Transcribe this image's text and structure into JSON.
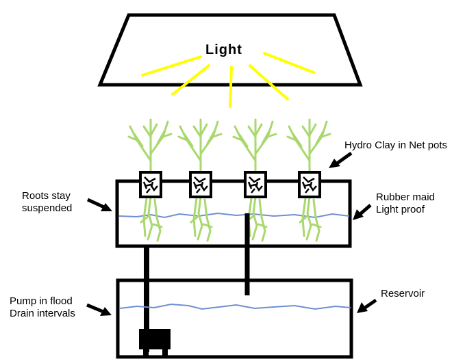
{
  "light": {
    "label": "Light"
  },
  "labels": {
    "net_pots": "Hydro Clay in Net pots",
    "roots_line1": "Roots stay",
    "roots_line2": "suspended",
    "rubbermaid_line1": "Rubber maid",
    "rubbermaid_line2": "Light proof",
    "pump_line1": "Pump in flood",
    "pump_line2": "Drain intervals",
    "reservoir": "Reservoir"
  },
  "colors": {
    "outline": "#000000",
    "light_rays": "#ffff00",
    "plants": "#a9d86e",
    "water": "#6f8fcf"
  },
  "plants_count": 4
}
